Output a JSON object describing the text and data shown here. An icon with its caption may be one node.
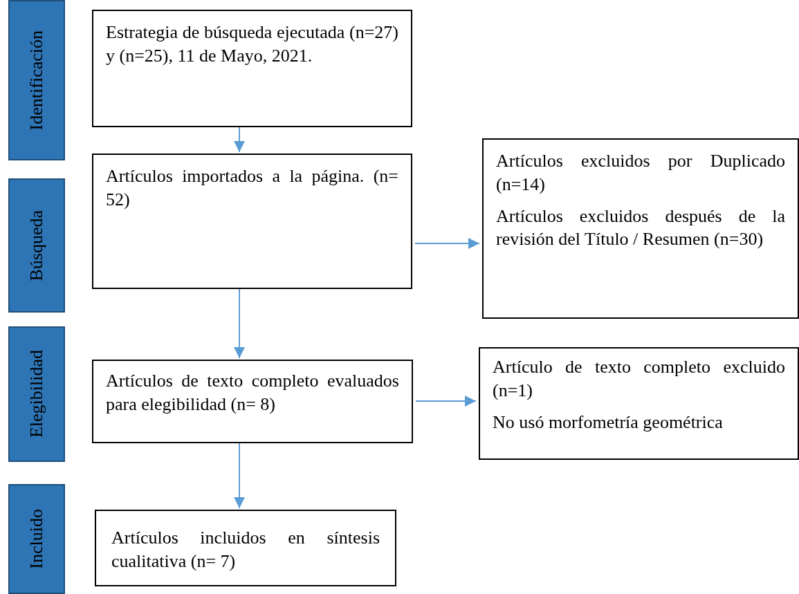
{
  "diagram": {
    "nodes": [
      {
        "text": [
          "Identificación"
        ]
      },
      {
        "text": [
          "Estrategia de búsqueda ejecutada (n=27) y (n=25), 11 de Mayo, 2021."
        ]
      },
      {
        "text": [
          "Búsqueda"
        ]
      },
      {
        "text": [
          "Artículos importados a la página. (n= 52)"
        ]
      },
      {
        "text": [
          "Artículos excluidos por Duplicado (n=14)",
          "Artículos excluidos después de la revisión del Título / Resumen (n=30)"
        ]
      },
      {
        "text": [
          "Elegibilidad"
        ]
      },
      {
        "text": [
          "Artículos de texto completo evaluados para elegibilidad (n= 8)"
        ]
      },
      {
        "text": [
          "Artículo de texto completo excluido (n=1)",
          "No usó morfometría geométrica"
        ]
      },
      {
        "text": [
          "Incluido"
        ]
      },
      {
        "text": [
          "Artículos incluidos en síntesis cualitativa (n= 7)"
        ]
      }
    ],
    "edges": [
      {
        "from": 1,
        "to": 3,
        "arrow": "to"
      },
      {
        "from": 3,
        "to": 4,
        "arrow": "to"
      },
      {
        "from": 3,
        "to": 6,
        "arrow": "to"
      },
      {
        "from": 6,
        "to": 7,
        "arrow": "to"
      },
      {
        "from": 6,
        "to": 9,
        "arrow": "to"
      }
    ]
  }
}
